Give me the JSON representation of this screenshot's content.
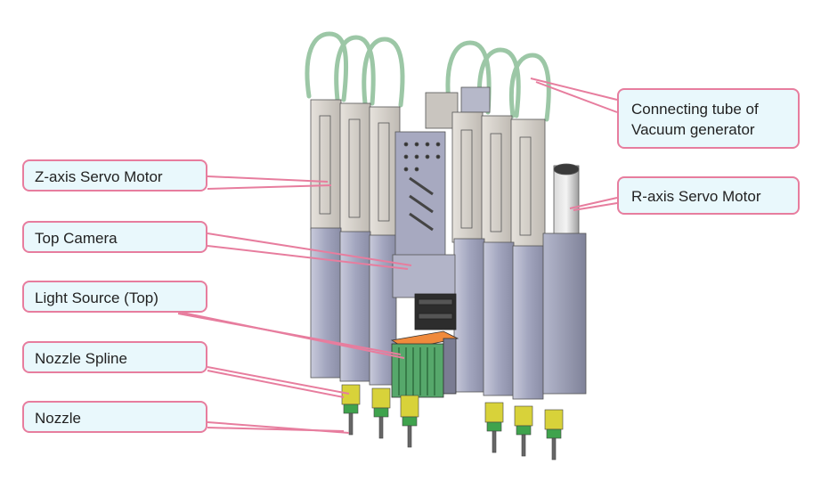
{
  "callouts": {
    "z_axis_servo_motor": "Z-axis Servo Motor",
    "top_camera": "Top Camera",
    "light_source_top": "Light Source (Top)",
    "nozzle_spline": "Nozzle Spline",
    "nozzle": "Nozzle",
    "connecting_tube_line1": "Connecting tube of",
    "connecting_tube_line2": "Vacuum generator",
    "r_axis_servo_motor": "R-axis Servo Motor"
  },
  "colors": {
    "callout_border": "#e77d9e",
    "callout_fill": "#e9f8fc",
    "leader_line": "#e77d9e",
    "metal_body": "#9fa2bb",
    "tube_green": "#9cc7a6",
    "light_source_green": "#56a86b",
    "light_source_orange": "#f08a3c",
    "nozzle_yellow": "#d8d23a"
  }
}
